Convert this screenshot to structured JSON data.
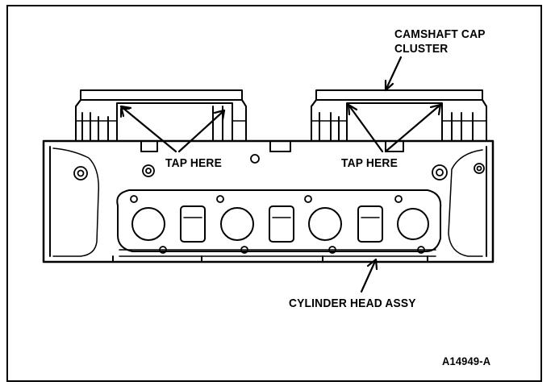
{
  "labels": {
    "camshaft_cap_cluster_line1": "CAMSHAFT CAP",
    "camshaft_cap_cluster_line2": "CLUSTER",
    "tap_here_left": "TAP HERE",
    "tap_here_right": "TAP HERE",
    "cylinder_head_assy": "CYLINDER HEAD ASSY",
    "figure_id": "A14949-A"
  },
  "colors": {
    "ink": "#000000",
    "paper": "#ffffff"
  }
}
